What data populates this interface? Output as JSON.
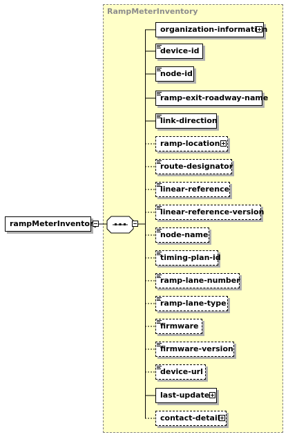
{
  "root": {
    "label": "rampMeterInventory"
  },
  "group": {
    "title": "RampMeterInventory"
  },
  "elements": [
    {
      "label": "organization-information",
      "required": true,
      "expandable": true
    },
    {
      "label": "device-id",
      "required": true,
      "expandable": false
    },
    {
      "label": "node-id",
      "required": true,
      "expandable": false
    },
    {
      "label": "ramp-exit-roadway-name",
      "required": true,
      "expandable": false
    },
    {
      "label": "link-direction",
      "required": true,
      "expandable": false
    },
    {
      "label": "ramp-location",
      "required": false,
      "expandable": true
    },
    {
      "label": "route-designator",
      "required": false,
      "expandable": false
    },
    {
      "label": "linear-reference",
      "required": false,
      "expandable": false
    },
    {
      "label": "linear-reference-version",
      "required": false,
      "expandable": false
    },
    {
      "label": "node-name",
      "required": false,
      "expandable": false
    },
    {
      "label": "timing-plan-id",
      "required": false,
      "expandable": false
    },
    {
      "label": "ramp-lane-number",
      "required": false,
      "expandable": false
    },
    {
      "label": "ramp-lane-type",
      "required": false,
      "expandable": false
    },
    {
      "label": "firmware",
      "required": false,
      "expandable": false
    },
    {
      "label": "firmware-version",
      "required": false,
      "expandable": false
    },
    {
      "label": "device-url",
      "required": false,
      "expandable": false
    },
    {
      "label": "last-update",
      "required": true,
      "expandable": true
    },
    {
      "label": "contact-details",
      "required": false,
      "expandable": true
    }
  ]
}
